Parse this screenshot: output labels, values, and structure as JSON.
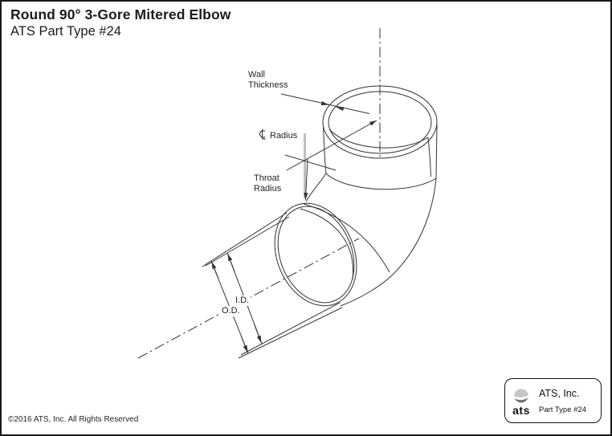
{
  "page": {
    "title": "Round 90° 3-Gore Mitered Elbow",
    "subtitle": "ATS Part Type #24",
    "copyright": "©2016 ATS, Inc. All Rights Reserved"
  },
  "diagram": {
    "type": "isometric-technical-drawing",
    "subject": "Round 90 degree 3-gore mitered elbow duct fitting",
    "labels": {
      "wall_thickness": "Wall Thickness",
      "centerline_symbol": "℄",
      "centerline_radius": "Radius",
      "throat_radius": "Throat Radius",
      "inner_diameter": "I.D.",
      "outer_diameter": "O.D."
    },
    "colors": {
      "line": "#333333",
      "highlight_line": "#c0c0c0",
      "background": "#ffffff",
      "page_border": "#1a1a1a"
    }
  },
  "title_block": {
    "logo_icon": "ats-sphere-icon",
    "logo_text": "ats",
    "company": "ATS, Inc.",
    "part_type": "Part Type #24"
  }
}
